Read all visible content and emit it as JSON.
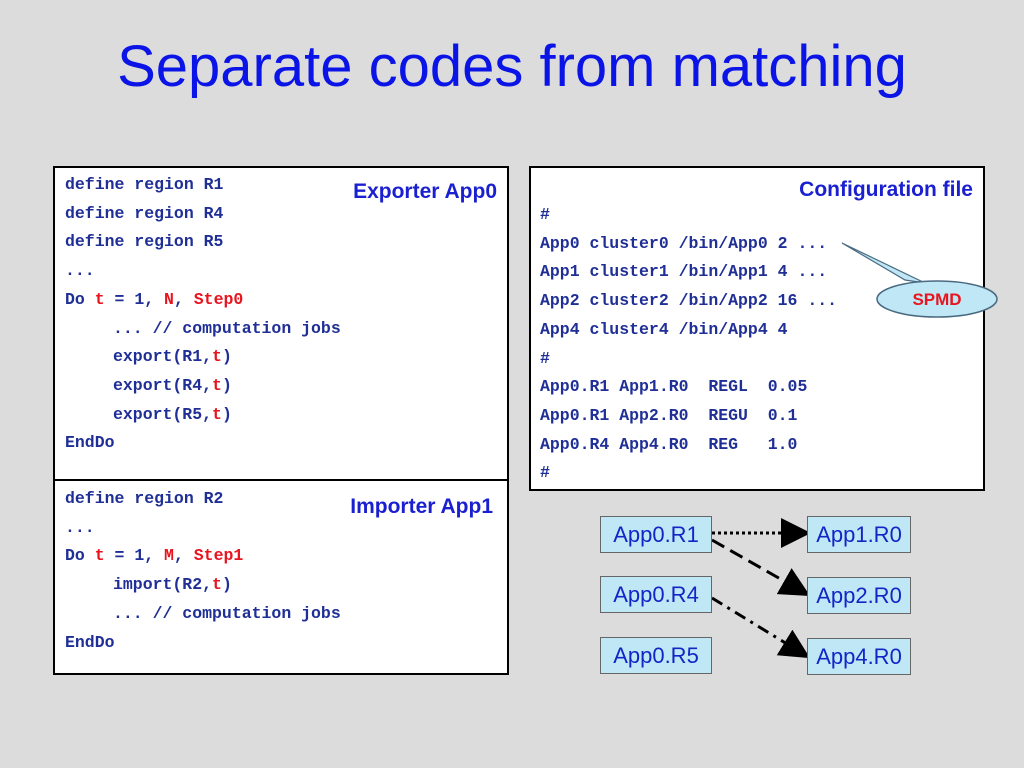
{
  "title": "Separate codes from matching",
  "exporter": {
    "heading": "Exporter App0",
    "lines": [
      {
        "parts": [
          {
            "t": "define region R1"
          }
        ]
      },
      {
        "parts": [
          {
            "t": "define region R4"
          }
        ]
      },
      {
        "parts": [
          {
            "t": "define region R5"
          }
        ]
      },
      {
        "parts": [
          {
            "t": "..."
          }
        ]
      },
      {
        "parts": [
          {
            "t": "Do "
          },
          {
            "t": "t",
            "red": true
          },
          {
            "t": " = 1, "
          },
          {
            "t": "N",
            "red": true
          },
          {
            "t": ", "
          },
          {
            "t": "Step0",
            "red": true
          }
        ]
      },
      {
        "indent": true,
        "parts": [
          {
            "t": "... // computation jobs"
          }
        ]
      },
      {
        "indent": true,
        "parts": [
          {
            "t": "export(R1,"
          },
          {
            "t": "t",
            "red": true
          },
          {
            "t": ")"
          }
        ]
      },
      {
        "indent": true,
        "parts": [
          {
            "t": "export(R4,"
          },
          {
            "t": "t",
            "red": true
          },
          {
            "t": ")"
          }
        ]
      },
      {
        "indent": true,
        "parts": [
          {
            "t": "export(R5,"
          },
          {
            "t": "t",
            "red": true
          },
          {
            "t": ")"
          }
        ]
      },
      {
        "parts": [
          {
            "t": "EndDo"
          }
        ]
      }
    ]
  },
  "importer": {
    "heading": "Importer App1",
    "lines": [
      {
        "parts": [
          {
            "t": "define region R2"
          }
        ]
      },
      {
        "parts": [
          {
            "t": "..."
          }
        ]
      },
      {
        "parts": [
          {
            "t": "Do "
          },
          {
            "t": "t",
            "red": true
          },
          {
            "t": " = 1, "
          },
          {
            "t": "M",
            "red": true
          },
          {
            "t": ", "
          },
          {
            "t": "Step1",
            "red": true
          }
        ]
      },
      {
        "indent": true,
        "parts": [
          {
            "t": "import(R2,"
          },
          {
            "t": "t",
            "red": true
          },
          {
            "t": ")"
          }
        ]
      },
      {
        "indent": true,
        "parts": [
          {
            "t": "... // computation jobs"
          }
        ]
      },
      {
        "parts": [
          {
            "t": "EndDo"
          }
        ]
      }
    ]
  },
  "config": {
    "heading": "Configuration file",
    "lines": [
      {
        "parts": [
          {
            "t": "#"
          }
        ]
      },
      {
        "parts": [
          {
            "t": "App0 cluster0 /bin/App0 2 ..."
          }
        ]
      },
      {
        "parts": [
          {
            "t": "App1 cluster1 /bin/App1 4 ..."
          }
        ]
      },
      {
        "parts": [
          {
            "t": "App2 cluster2 /bin/App2 16 ..."
          }
        ]
      },
      {
        "parts": [
          {
            "t": "App4 cluster4 /bin/App4 4"
          }
        ]
      },
      {
        "parts": [
          {
            "t": "#"
          }
        ]
      },
      {
        "parts": [
          {
            "t": "App0.R1 App1.R0  REGL  0.05"
          }
        ]
      },
      {
        "parts": [
          {
            "t": "App0.R1 App2.R0  REGU  0.1"
          }
        ]
      },
      {
        "parts": [
          {
            "t": "App0.R4 App4.R0  REG   1.0"
          }
        ]
      },
      {
        "parts": [
          {
            "t": "#"
          }
        ]
      }
    ],
    "callout": "SPMD"
  },
  "nodes": {
    "src_r1": "App0.R1",
    "src_r4": "App0.R4",
    "src_r5": "App0.R5",
    "dst_r1": "App1.R0",
    "dst_r2": "App2.R0",
    "dst_r4": "App4.R0"
  },
  "colors": {
    "title": "#0a14e6",
    "code": "#1f2f96",
    "highlight": "#e8141e",
    "node_fill": "#bfe7f5",
    "callout_fill": "#bfe7f5"
  }
}
